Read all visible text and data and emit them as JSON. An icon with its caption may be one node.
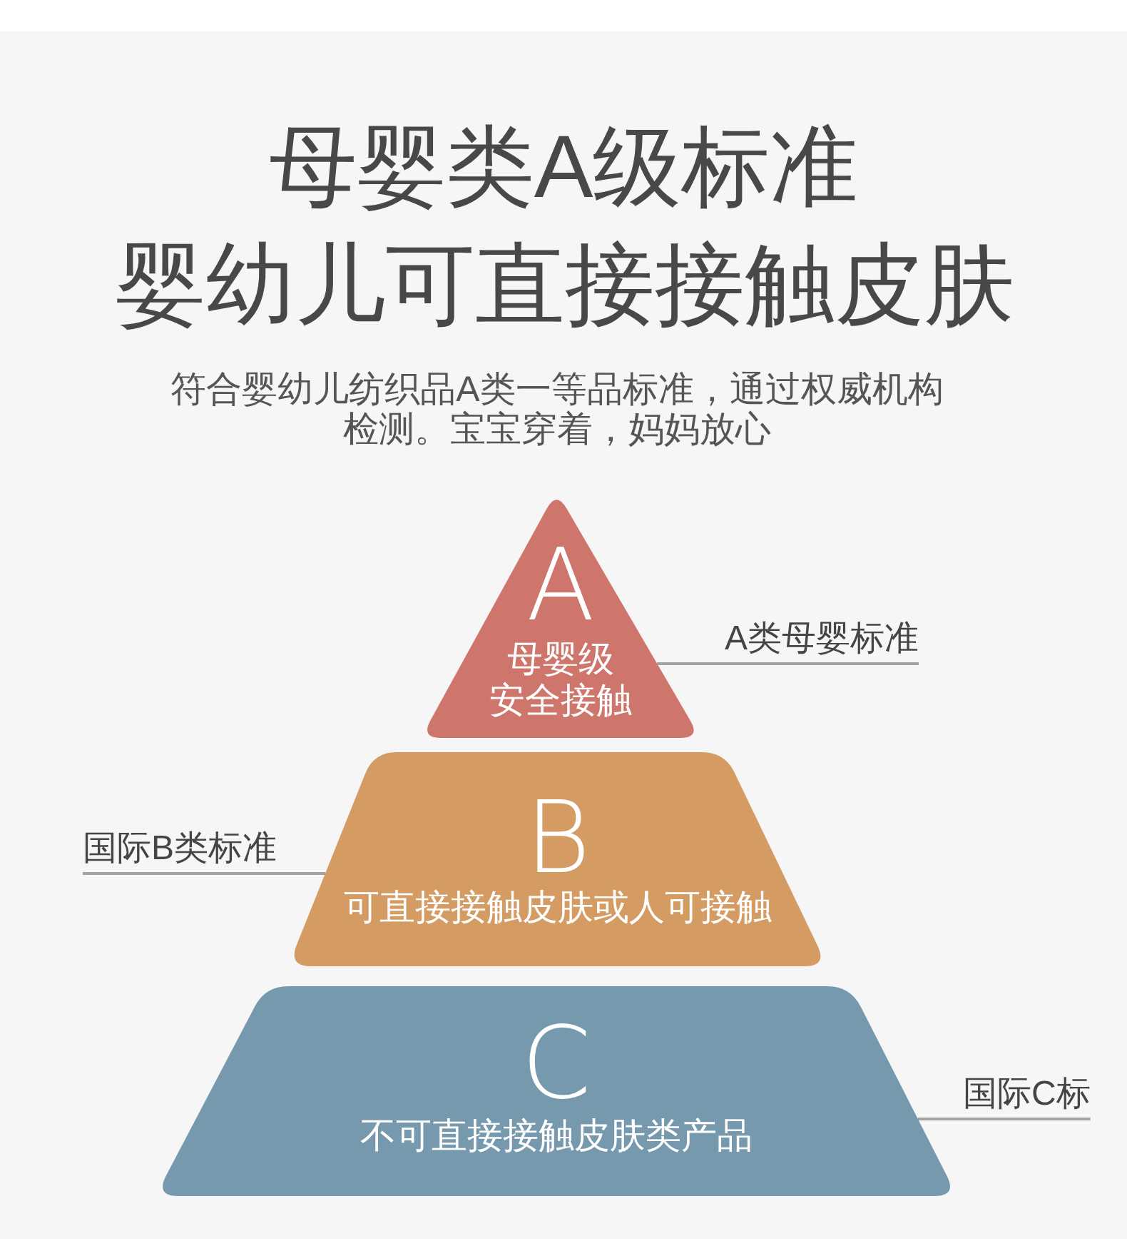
{
  "diagram": {
    "title": "母婴类A级标准",
    "nodes": [
      {
        "text": [
          "A",
          "母婴级",
          "安全接触"
        ]
      },
      {
        "text": [
          "A类母婴标准"
        ]
      },
      {
        "text": [
          "国际B类标准"
        ]
      },
      {
        "text": [
          "B",
          "可直接接触皮肤或人可接触"
        ]
      },
      {
        "text": [
          "C",
          "不可直接接触皮肤类产品"
        ]
      },
      {
        "text": [
          "国际C标"
        ]
      }
    ],
    "edges": [
      {
        "from": 1,
        "to": 0,
        "arrow": "none"
      },
      {
        "from": 2,
        "to": 3,
        "arrow": "none"
      },
      {
        "from": 5,
        "to": 4,
        "arrow": "none"
      }
    ],
    "labels": [
      "婴幼儿可直接接触皮肤",
      "符合婴幼儿纺织品A类一等品标准，通过权威机构检测。宝宝穿着，妈妈放心"
    ]
  }
}
